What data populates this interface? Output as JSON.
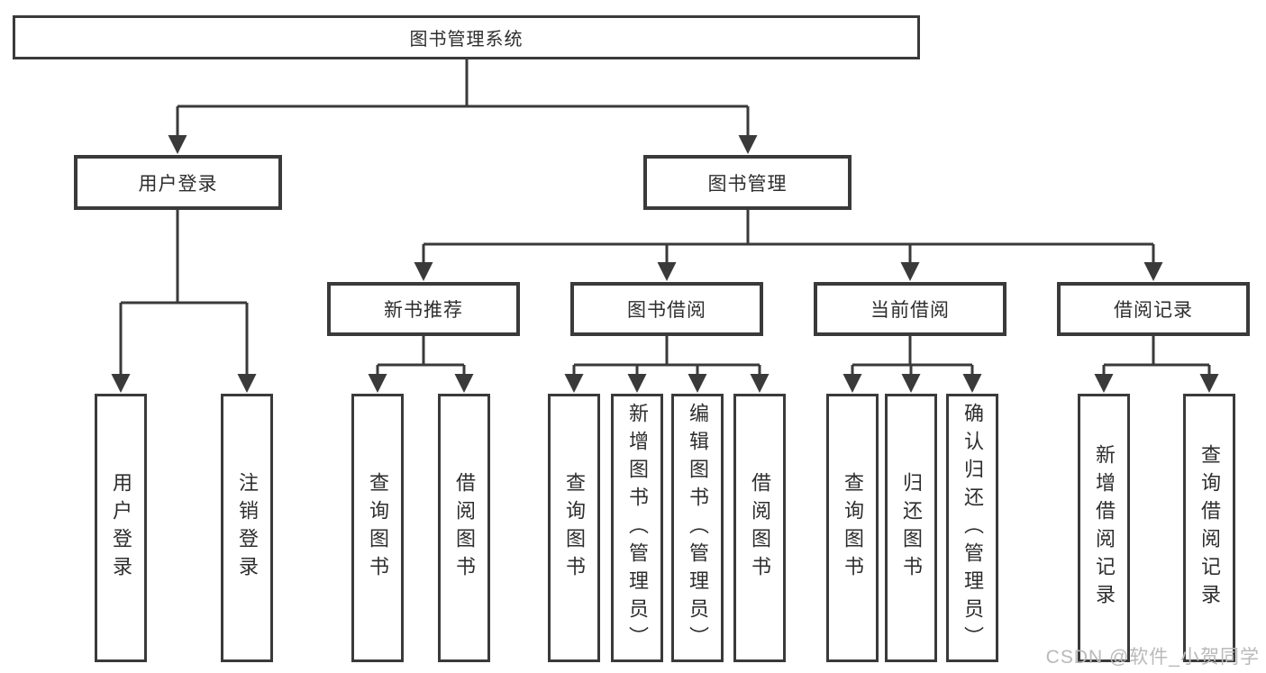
{
  "colors": {
    "line": "#3a3a3a",
    "box_border": "#3a3a3a",
    "box_fill": "#ffffff",
    "text": "#2e2e2e",
    "watermark": "#b9b9b9",
    "background": "#ffffff"
  },
  "watermark": {
    "text": "CSDN @软件_小贺同学"
  },
  "tree": {
    "root": {
      "label": "图书管理系统"
    },
    "branches": [
      {
        "label": "用户登录",
        "children": [
          {
            "label": "用户登录"
          },
          {
            "label": "注销登录"
          }
        ]
      },
      {
        "label": "图书管理",
        "children": [
          {
            "label": "新书推荐",
            "children": [
              {
                "label": "查询图书"
              },
              {
                "label": "借阅图书"
              }
            ]
          },
          {
            "label": "图书借阅",
            "children": [
              {
                "label": "查询图书"
              },
              {
                "label": "新增图书（管理员）"
              },
              {
                "label": "编辑图书（管理员）"
              },
              {
                "label": "借阅图书"
              }
            ]
          },
          {
            "label": "当前借阅",
            "children": [
              {
                "label": "查询图书"
              },
              {
                "label": "归还图书"
              },
              {
                "label": "确认归还（管理员）"
              }
            ]
          },
          {
            "label": "借阅记录",
            "children": [
              {
                "label": "新增借阅记录"
              },
              {
                "label": "查询借阅记录"
              }
            ]
          }
        ]
      }
    ]
  }
}
